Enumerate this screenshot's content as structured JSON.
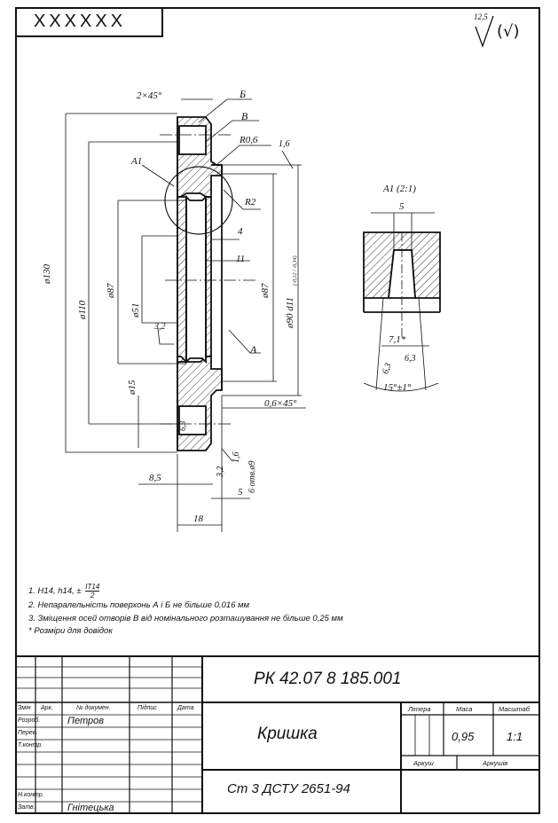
{
  "sheet": {
    "code_box": "XXXXXX",
    "roughness": {
      "value": "12,5",
      "other": "(√)"
    }
  },
  "drawing": {
    "labels": {
      "chamfer_top": "2×45°",
      "leader_b_ukr": "Б",
      "leader_v": "В",
      "radius_06": "R0,6",
      "rough_16a": "1,6",
      "detail_ref": "A1",
      "radius_2": "R2",
      "dim_4": "4",
      "dim_11": "11",
      "dia_130": "ø130",
      "dia_110": "ø110",
      "dia_87_left": "ø87",
      "dia_51": "ø51",
      "rough_32a": "3,2",
      "dia_87_right": "ø87",
      "dia_90": "ø90 d11",
      "dia_90_tol": "(-0,12 / -0,34)",
      "surface_a": "A",
      "dia_15": "ø15",
      "chamfer_06": "0,6×45°",
      "rough_63a": "6,3",
      "rough_16b": "1,6",
      "rough_32b": "3,2",
      "holes_6": "6 отв.ø9",
      "dim_85": "8,5",
      "dim_5": "5",
      "dim_18": "18"
    },
    "detail": {
      "title": "A1 (2:1)",
      "dim_5": "5",
      "dim_71": "7,1*",
      "rough_63a": "6,3",
      "rough_63b": "6,3",
      "angle": "15°±1°"
    }
  },
  "notes": [
    "1. H14, h14, ±",
    "2. Непаралельність поверхонь А і Б не більше 0,016 мм",
    "3. Зміщення осей отворів В від номінального розташування не більше 0,25 мм",
    "* Розміри для довідок"
  ],
  "notes_fraction": {
    "num": "IT14",
    "den": "2"
  },
  "title_block": {
    "designation": "РК 42.07 8 185.001",
    "part_name": "Кришка",
    "material": "Ст 3 ДСТУ 2651-94",
    "columns": [
      "Змін",
      "Арк.",
      "№ докумен.",
      "Підпис",
      "Дата"
    ],
    "roles": [
      "Розроб.",
      "Перев.",
      "Т.контр.",
      "",
      "Н.контр.",
      "Затв."
    ],
    "people": {
      "developer": "Петров",
      "approver": "Гнітецька"
    },
    "headers": {
      "litera": "Літера",
      "mass": "Маса",
      "scale": "Масштаб"
    },
    "mass_value": "0,95",
    "scale_value": "1:1",
    "sheet_label": "Аркуш",
    "sheets_label": "Аркушів"
  }
}
